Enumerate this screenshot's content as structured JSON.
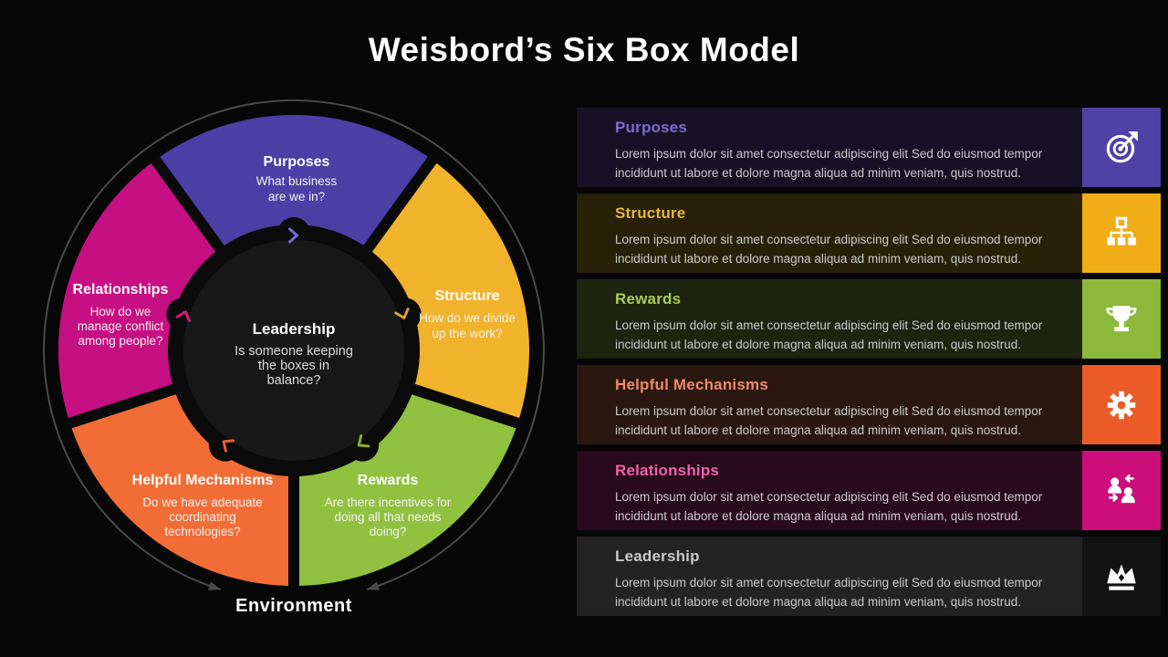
{
  "title": "Weisbord’s Six Box Model",
  "wheel": {
    "environment_label": "Environment",
    "ring_color": "#4a4a4a",
    "center": {
      "title": "Leadership",
      "lines": [
        "Is someone keeping",
        "the boxes in",
        "balance?"
      ],
      "fill": "#181818",
      "ring": "#0b0b0b"
    },
    "segments": [
      {
        "id": "purposes",
        "title": "Purposes",
        "lines": [
          "What business",
          "are we in?"
        ],
        "color": "#4c3fa6",
        "chevron": "#7668e0"
      },
      {
        "id": "structure",
        "title": "Structure",
        "lines": [
          "How do we divide",
          "up the work?"
        ],
        "color": "#f0b32b",
        "chevron": "#d9a02b"
      },
      {
        "id": "rewards",
        "title": "Rewards",
        "lines": [
          "Are there incentives for",
          "doing all that needs",
          "doing?"
        ],
        "color": "#8fc13f",
        "chevron": "#8fae27"
      },
      {
        "id": "helpful-mechanisms",
        "title": "Helpful Mechanisms",
        "lines": [
          "Do we have adequate",
          "coordinating",
          "technologies?"
        ],
        "color": "#f26c35",
        "chevron": "#e2622d"
      },
      {
        "id": "relationships",
        "title": "Relationships",
        "lines": [
          "How do we",
          "manage conflict",
          "among people?"
        ],
        "color": "#c60f82",
        "chevron": "#d81778"
      }
    ]
  },
  "list": {
    "items": [
      {
        "title": "Purposes",
        "body": "Lorem ipsum dolor sit amet consectetur adipiscing elit Sed do eiusmod tempor incididunt ut labore et dolore magna aliqua ad minim veniam, quis nostrud.",
        "heading_color": "#7a6ed2",
        "row_bg": "#171126",
        "tile_color": "#4f42a4",
        "icon": "target-icon"
      },
      {
        "title": "Structure",
        "body": "Lorem ipsum dolor sit amet consectetur adipiscing elit Sed do eiusmod tempor incididunt ut labore et dolore magna aliqua ad minim veniam, quis nostrud.",
        "heading_color": "#e8b63c",
        "row_bg": "#282107",
        "tile_color": "#f0ad18",
        "icon": "org-chart-icon"
      },
      {
        "title": "Rewards",
        "body": "Lorem ipsum dolor sit amet consectetur adipiscing elit Sed do eiusmod tempor incididunt ut labore et dolore magna aliqua ad minim veniam, quis nostrud.",
        "heading_color": "#a9cb5a",
        "row_bg": "#1d2410",
        "tile_color": "#8cb93a",
        "icon": "trophy-icon"
      },
      {
        "title": "Helpful Mechanisms",
        "body": "Lorem ipsum dolor sit amet consectetur adipiscing elit Sed do eiusmod tempor incididunt ut labore et dolore magna aliqua ad minim veniam, quis nostrud.",
        "heading_color": "#ef8a68",
        "row_bg": "#2a1710",
        "tile_color": "#ea5b28",
        "icon": "gear-icon"
      },
      {
        "title": "Relationships",
        "body": "Lorem ipsum dolor sit amet consectetur adipiscing elit Sed do eiusmod tempor incididunt ut labore et dolore magna aliqua ad minim veniam, quis nostrud.",
        "heading_color": "#f263a8",
        "row_bg": "#28091d",
        "tile_color": "#cc0d7a",
        "icon": "people-exchange-icon"
      },
      {
        "title": "Leadership",
        "body": "Lorem ipsum dolor sit amet consectetur adipiscing elit Sed do eiusmod tempor incididunt ut labore et dolore magna aliqua ad minim veniam, quis nostrud.",
        "heading_color": "#c9c9c9",
        "row_bg": "#232323",
        "tile_color": "#121212",
        "icon": "crown-icon"
      }
    ]
  }
}
